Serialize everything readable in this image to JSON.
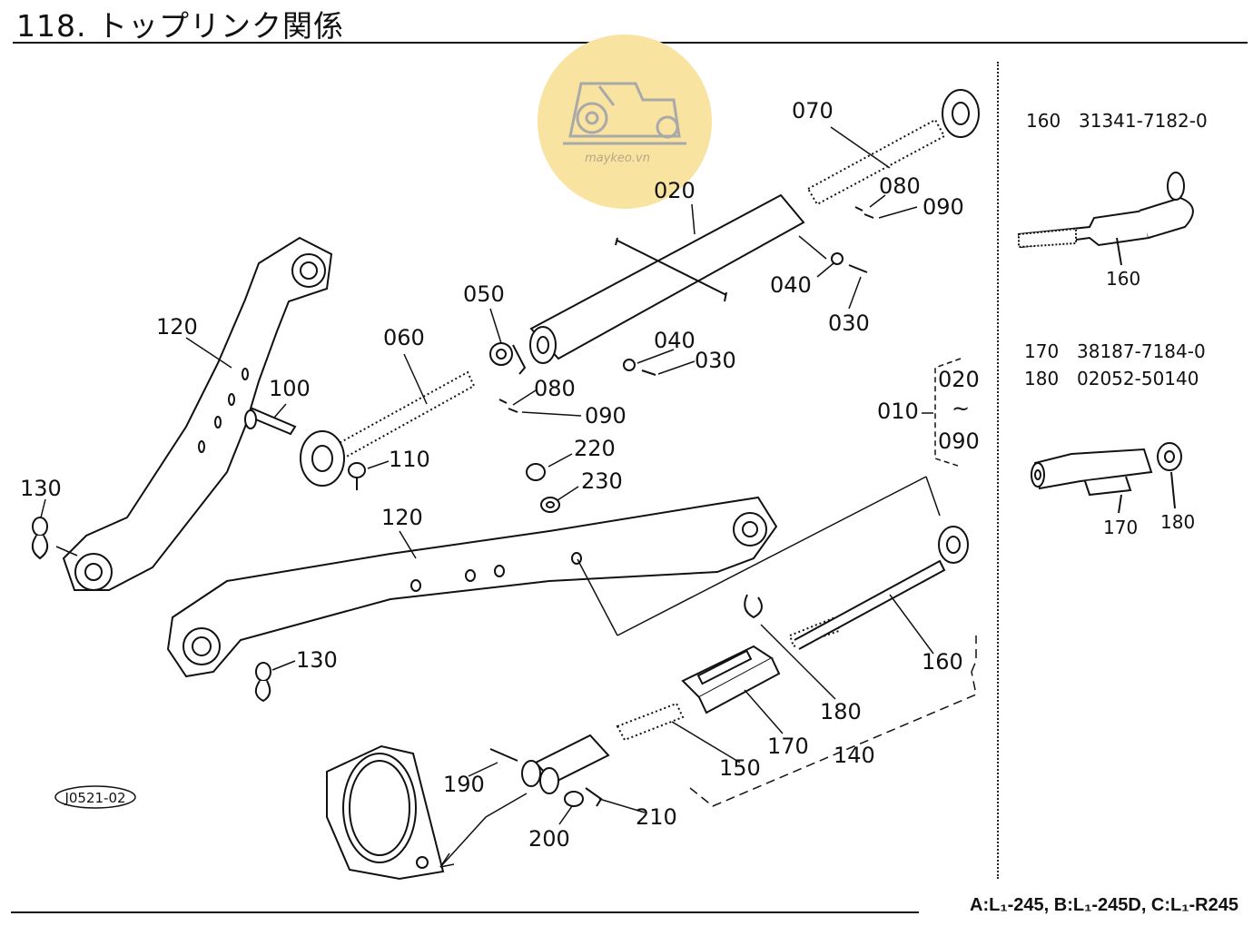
{
  "title": "118. トップリンク関係",
  "watermark": {
    "text": "maykeo.vn",
    "icon": "tractor-icon",
    "color": "#f8e3a0"
  },
  "callouts": [
    {
      "id": "c070",
      "label": "070"
    },
    {
      "id": "c020",
      "label": "020"
    },
    {
      "id": "c080a",
      "label": "080"
    },
    {
      "id": "c090a",
      "label": "090"
    },
    {
      "id": "c040a",
      "label": "040"
    },
    {
      "id": "c030a",
      "label": "030"
    },
    {
      "id": "c050",
      "label": "050"
    },
    {
      "id": "c060",
      "label": "060"
    },
    {
      "id": "c040b",
      "label": "040"
    },
    {
      "id": "c030b",
      "label": "030"
    },
    {
      "id": "c080b",
      "label": "080"
    },
    {
      "id": "c090b",
      "label": "090"
    },
    {
      "id": "c120a",
      "label": "120"
    },
    {
      "id": "c100",
      "label": "100"
    },
    {
      "id": "c110",
      "label": "110"
    },
    {
      "id": "c130a",
      "label": "130"
    },
    {
      "id": "c220",
      "label": "220"
    },
    {
      "id": "c230",
      "label": "230"
    },
    {
      "id": "c120b",
      "label": "120"
    },
    {
      "id": "c130b",
      "label": "130"
    },
    {
      "id": "c010",
      "label": "010"
    },
    {
      "id": "c020r",
      "label": "020"
    },
    {
      "id": "c090r",
      "label": "090"
    },
    {
      "id": "c160",
      "label": "160"
    },
    {
      "id": "c180",
      "label": "180"
    },
    {
      "id": "c170",
      "label": "170"
    },
    {
      "id": "c140",
      "label": "140"
    },
    {
      "id": "c150",
      "label": "150"
    },
    {
      "id": "c190",
      "label": "190"
    },
    {
      "id": "c200",
      "label": "200"
    },
    {
      "id": "c210",
      "label": "210"
    },
    {
      "id": "cr160",
      "label": "160"
    },
    {
      "id": "cr170",
      "label": "170"
    },
    {
      "id": "cr180",
      "label": "180"
    }
  ],
  "range_tilde": "~",
  "figure_code": "J0521-02",
  "part_specs": [
    {
      "number": "160",
      "part_no": "31341-7182-0"
    },
    {
      "number": "170",
      "part_no": "38187-7184-0"
    },
    {
      "number": "180",
      "part_no": "02052-50140"
    }
  ],
  "footer": "A:L₁-245, B:L₁-245D, C:L₁-R245"
}
